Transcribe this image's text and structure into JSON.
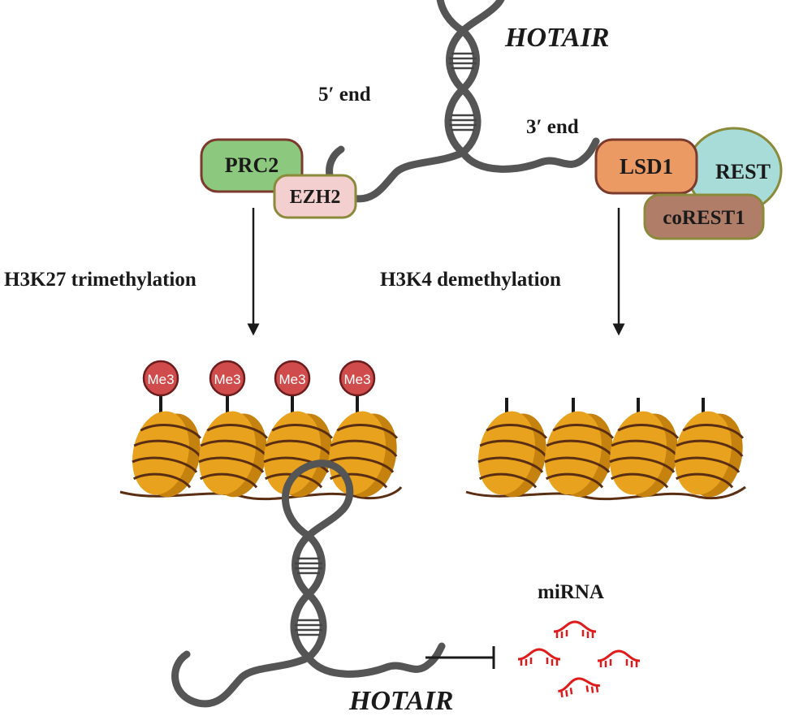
{
  "rna_top": {
    "title": "HOTAIR",
    "five_prime": "5′ end",
    "three_prime": "3′ end"
  },
  "left_complex": {
    "main": "PRC2",
    "sub": "EZH2",
    "main_color": "#8cc87e",
    "sub_color": "#f3cfcf"
  },
  "right_complex": {
    "main": "LSD1",
    "partner": "REST",
    "sub": "coREST1",
    "main_color": "#ec9a63",
    "partner_color": "#a8dcd8",
    "sub_color": "#b07d68"
  },
  "left_process": "H3K27 trimethylation",
  "right_process": "H3K4 demethylation",
  "methyl_mark": {
    "label": "Me3",
    "color": "#d04c4c",
    "count": 4
  },
  "nucleosome_color": "#e8a21e",
  "rna_bottom": {
    "title": "HOTAIR"
  },
  "mirna": {
    "label": "miRNA",
    "color": "#e01b1b"
  }
}
